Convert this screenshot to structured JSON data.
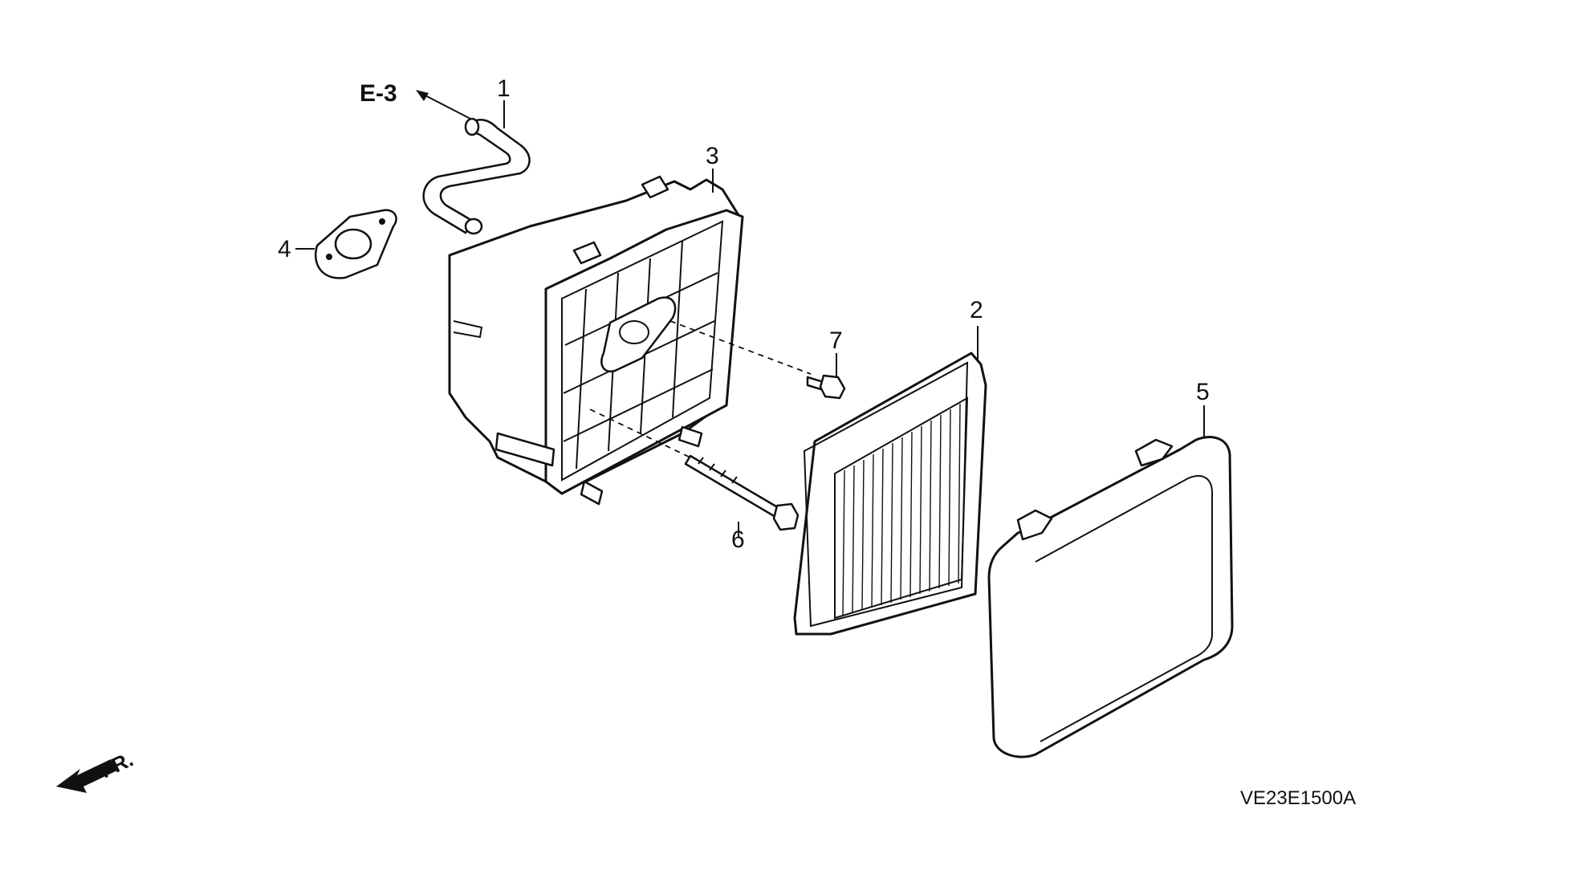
{
  "diagram": {
    "reference_label": "E-3",
    "front_label": "FR.",
    "drawing_code": "VE23E1500A",
    "callouts": [
      {
        "id": "1",
        "label": "1"
      },
      {
        "id": "2",
        "label": "2"
      },
      {
        "id": "3",
        "label": "3"
      },
      {
        "id": "4",
        "label": "4"
      },
      {
        "id": "5",
        "label": "5"
      },
      {
        "id": "6",
        "label": "6"
      },
      {
        "id": "7",
        "label": "7"
      }
    ],
    "colors": {
      "ink": "#111111",
      "background": "#ffffff"
    }
  }
}
